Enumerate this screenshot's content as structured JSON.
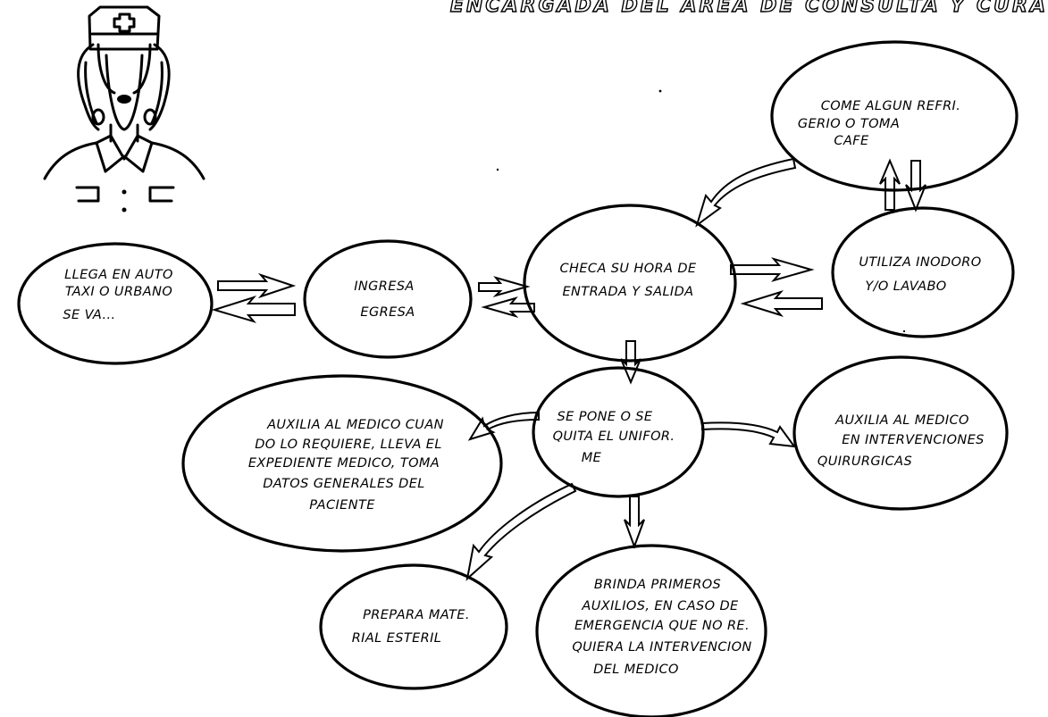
{
  "title": "ENCARGADA DEL AREA DE CONSULTA Y CURA",
  "nodes": {
    "llega": [
      "LLEGA EN AUTO",
      "TAXI O URBANO",
      "SE VA..."
    ],
    "ingresa": [
      "INGRESA",
      "EGRESA"
    ],
    "checa": [
      "CHECA SU HORA DE",
      "ENTRADA Y SALIDA"
    ],
    "come": [
      "COME ALGUN REFRI.",
      "GERIO O TOMA",
      "CAFE"
    ],
    "utiliza": [
      "UTILIZA INODORO",
      "Y/O LAVABO"
    ],
    "uniforme": [
      "SE PONE O SE",
      "QUITA EL UNIFOR.",
      "ME"
    ],
    "auxilia_medico": [
      "AUXILIA AL MEDICO CUAN",
      "DO LO REQUIERE, LLEVA EL",
      "EXPEDIENTE MEDICO, TOMA",
      "DATOS GENERALES DEL",
      "PACIENTE"
    ],
    "intervenciones": [
      "AUXILIA AL MEDICO",
      "EN INTERVENCIONES",
      "QUIRURGICAS"
    ],
    "prepara": [
      "PREPARA MATE.",
      "RIAL ESTERIL"
    ],
    "primeros": [
      "BRINDA PRIMEROS",
      "AUXILIOS, EN CASO DE",
      "EMERGENCIA QUE NO RE.",
      "QUIERA LA INTERVENCION",
      "DEL MEDICO"
    ]
  },
  "figure": {
    "icon": "nurse-icon"
  },
  "colors": {
    "ink": "#000000",
    "paper": "#ffffff"
  }
}
